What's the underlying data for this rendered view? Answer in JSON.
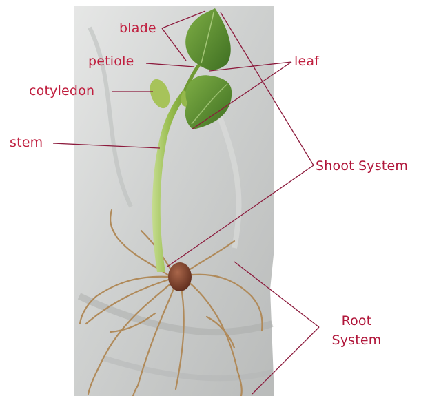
{
  "labels": {
    "blade": "blade",
    "petiole": "petiole",
    "cotyledon": "cotyledon",
    "stem": "stem",
    "leaf": "leaf",
    "shoot_system": "Shoot System",
    "root_system_line1": "Root",
    "root_system_line2": "System"
  },
  "colors": {
    "label_red": "#c01f3f",
    "leader_line": "#8c1a3c",
    "background_cloth": "#c9cbca",
    "stem_green": "#9bbf4f",
    "leaf_green": "#4f8a2c",
    "root_brown": "#b08a5a",
    "seed_brown": "#7a3f2a"
  }
}
